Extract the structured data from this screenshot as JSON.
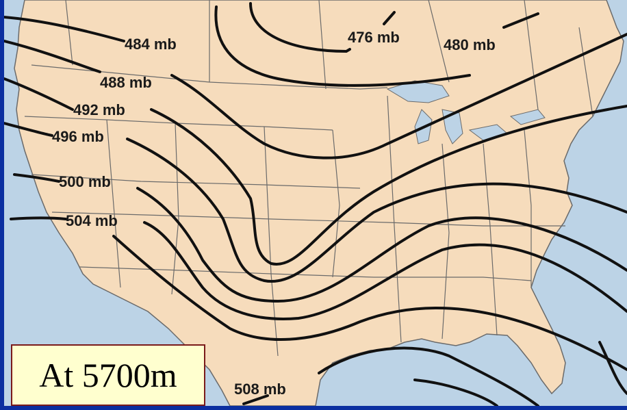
{
  "map": {
    "colors": {
      "land": "#f6dcbc",
      "water": "#bcd3e6",
      "border": "#6a6a6a",
      "contour": "#111111",
      "frame": "#0b2fa0"
    },
    "contour_labels": [
      "484 mb",
      "476 mb",
      "480 mb",
      "488 mb",
      "492 mb",
      "496 mb",
      "500 mb",
      "504 mb",
      "508 mb"
    ]
  },
  "caption": {
    "text": "At 5700m"
  }
}
